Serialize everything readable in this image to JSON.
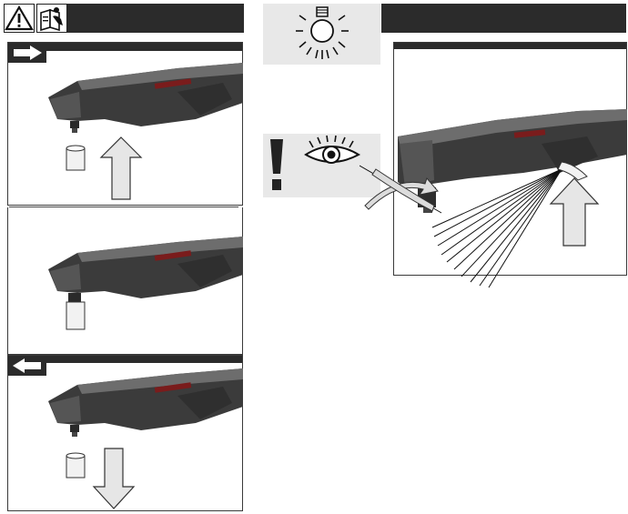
{
  "colors": {
    "header_band": "#2b2b2b",
    "tool_dark": "#3b3b3b",
    "tool_mid": "#555555",
    "tool_light": "#6d6d6d",
    "brand_mark": "#7a1c1c",
    "icon_box": "#e8e8e8",
    "arrow_fill": "#e6e6e6"
  },
  "icons": {
    "warning": "warning-triangle-icon",
    "manual": "read-manual-icon",
    "insert": "arrow-right-icon",
    "remove": "arrow-left-icon",
    "light": "light-bulb-icon",
    "caution": "exclamation-icon",
    "eye": "eye-icon"
  },
  "left_column": {
    "steps": [
      {
        "id": "attach",
        "direction_icon": "arrow-right-icon"
      },
      {
        "id": "attached"
      },
      {
        "id": "remove",
        "direction_icon": "arrow-left-icon"
      }
    ]
  },
  "right_column": {
    "topic_icon": "light-bulb-icon",
    "caution_icons": [
      "exclamation-icon",
      "eye-icon"
    ]
  }
}
